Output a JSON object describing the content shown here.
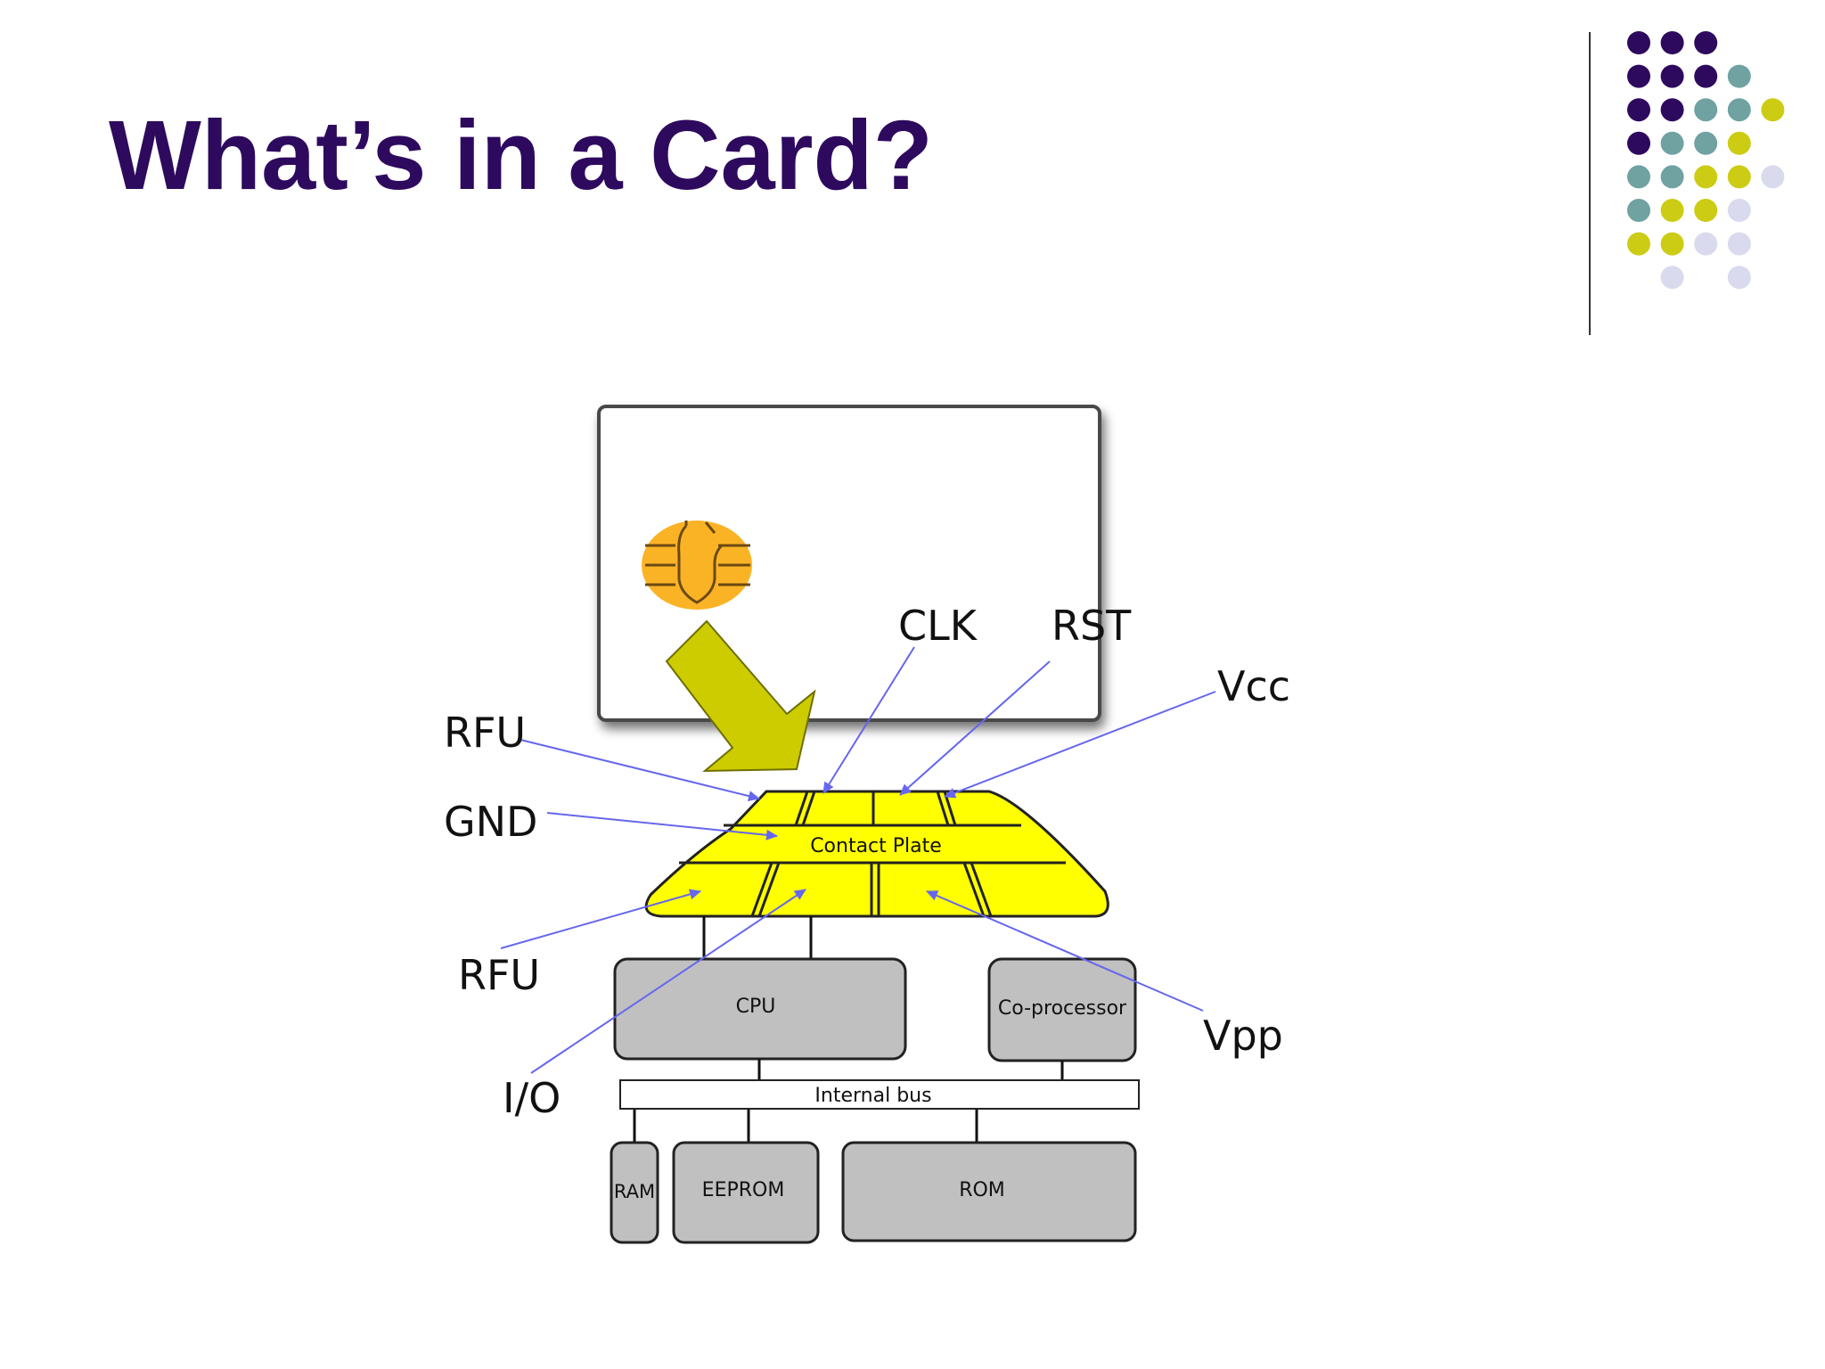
{
  "slide": {
    "title": "What’s in a Card?"
  },
  "colors": {
    "title": "#2E0A5E",
    "dot_purple": "#2E0A5E",
    "dot_teal": "#6FA2A0",
    "dot_olive": "#CCCC14",
    "dot_lavender": "#DADAEE",
    "divider": "#333333",
    "arrow_big": "#CCCC00",
    "contact_yellow": "#FFFF00",
    "chip_orange": "#FBB326",
    "block_grey": "#C0C0C0",
    "pointer_line": "#6666EE"
  },
  "decoration": {
    "dot_grid": [
      [
        "purple",
        "purple",
        "purple",
        "none",
        "none"
      ],
      [
        "purple",
        "purple",
        "purple",
        "teal",
        "none"
      ],
      [
        "purple",
        "purple",
        "teal",
        "teal",
        "olive"
      ],
      [
        "purple",
        "teal",
        "teal",
        "olive",
        "none"
      ],
      [
        "teal",
        "teal",
        "olive",
        "olive",
        "lavender"
      ],
      [
        "teal",
        "olive",
        "olive",
        "lavender",
        "none"
      ],
      [
        "olive",
        "olive",
        "lavender",
        "lavender",
        "none"
      ],
      [
        "none",
        "lavender",
        "none",
        "lavender",
        "none"
      ]
    ]
  },
  "diagram": {
    "pin_labels": {
      "clk": "CLK",
      "rst": "RST",
      "vcc": "Vcc",
      "rfu_top": "RFU",
      "gnd": "GND",
      "rfu_bottom": "RFU",
      "io": "I/O",
      "vpp": "Vpp"
    },
    "contact_plate_label": "Contact Plate",
    "blocks": {
      "cpu": "CPU",
      "coprocessor": "Co-processor",
      "internal_bus": "Internal bus",
      "ram": "RAM",
      "eeprom": "EEPROM",
      "rom": "ROM"
    }
  }
}
